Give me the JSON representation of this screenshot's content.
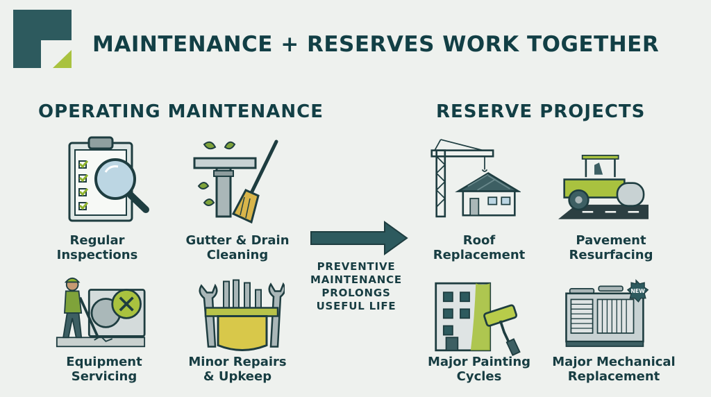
{
  "header": {
    "title": "MAINTENANCE + RESERVES WORK TOGETHER",
    "logo_icon": "brand-logo-icon"
  },
  "colors": {
    "dark_teal": "#2d5a5e",
    "accent_green": "#a9c23f",
    "title_color": "#123f45",
    "background": "#eef1ee"
  },
  "left_section": {
    "title": "OPERATING MAINTENANCE",
    "items": [
      {
        "line1": "Regular",
        "line2": "Inspections",
        "icon": "clipboard-magnifier-icon"
      },
      {
        "line1": "Gutter & Drain",
        "line2": "Cleaning",
        "icon": "gutter-broom-icon"
      },
      {
        "line1": "Equipment",
        "line2": "Servicing",
        "icon": "worker-service-icon"
      },
      {
        "line1": "Minor Repairs",
        "line2": "& Upkeep",
        "icon": "tool-belt-icon"
      }
    ]
  },
  "center": {
    "arrow_icon": "right-arrow-icon",
    "lines": [
      "PREVENTIVE",
      "MAINTENANCE",
      "PROLONGS",
      "USEFUL LIFE"
    ]
  },
  "right_section": {
    "title": "RESERVE PROJECTS",
    "items": [
      {
        "line1": "Roof",
        "line2": "Replacement",
        "icon": "crane-house-roof-icon"
      },
      {
        "line1": "Pavement",
        "line2": "Resurfacing",
        "icon": "road-roller-icon"
      },
      {
        "line1": "Major Painting",
        "line2": "Cycles",
        "icon": "building-paint-roller-icon"
      },
      {
        "line1": "Major Mechanical",
        "line2": "Replacement",
        "icon": "hvac-unit-new-icon",
        "badge": "NEW"
      }
    ]
  }
}
